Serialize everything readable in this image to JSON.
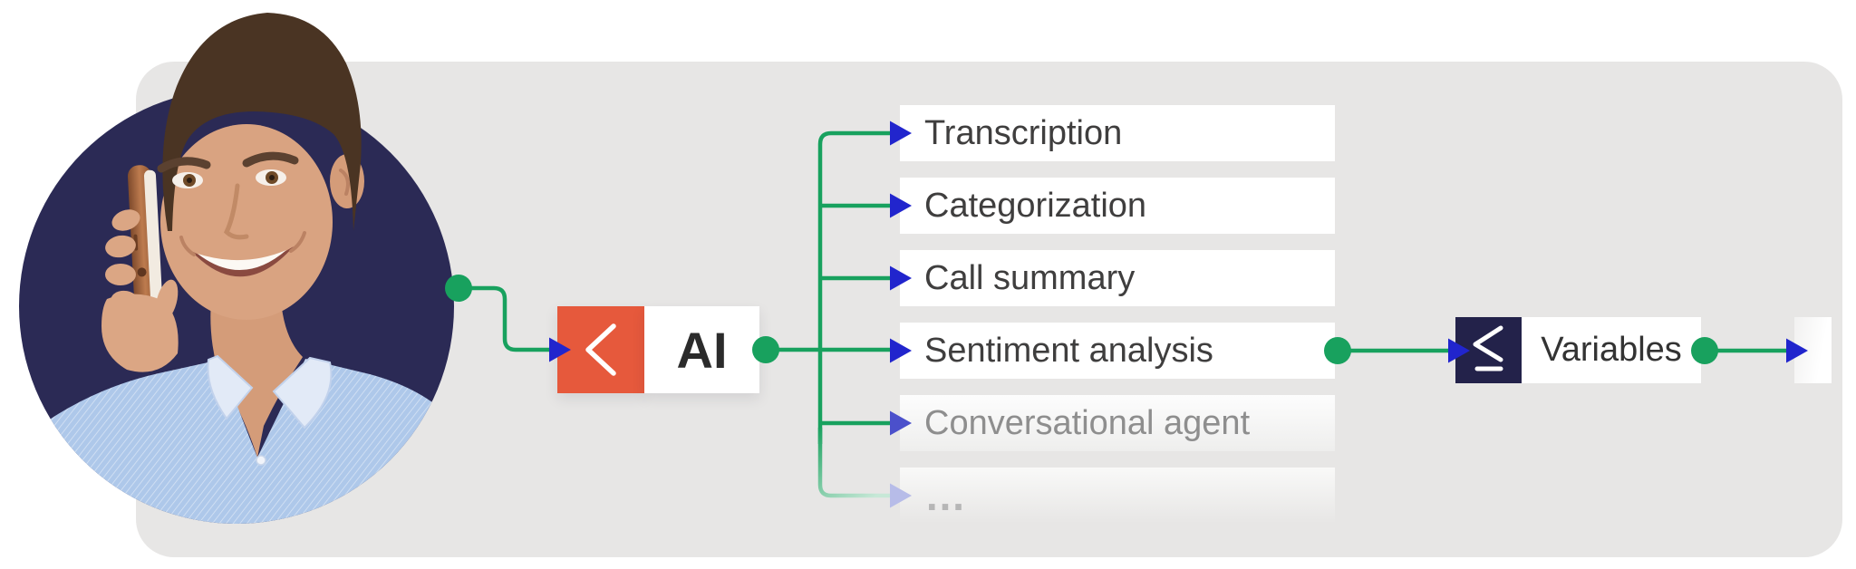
{
  "illustration": {
    "panel_color": "#e7e6e5",
    "caller": {
      "description": "Smiling man in striped light-blue shirt holding a copper phone to his ear",
      "circle_color": "#2b2a55"
    },
    "connector": {
      "line_color": "#18a15e",
      "line_color_faded": "#c7e8d7",
      "arrow_color": "#2125cd",
      "arrow_color_faded": "#4b50cb",
      "arrow_color_ghost": "#b7bce8",
      "dot_color": "#18a15e"
    }
  },
  "ai_node": {
    "label": "AI",
    "icon": "chevron-left-icon",
    "icon_color": "#e6593c"
  },
  "outputs": [
    {
      "label": "Transcription"
    },
    {
      "label": "Categorization"
    },
    {
      "label": "Call summary"
    },
    {
      "label": "Sentiment analysis"
    },
    {
      "label": "Conversational agent"
    },
    {
      "label": "…"
    }
  ],
  "variables_node": {
    "label": "Variables",
    "icon": "less-equal-icon",
    "icon_color": "#23224a"
  }
}
